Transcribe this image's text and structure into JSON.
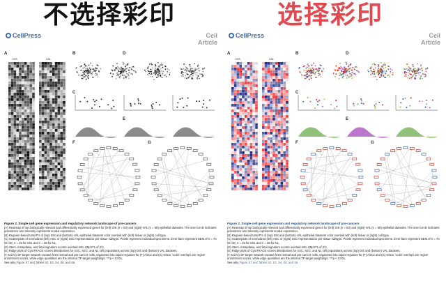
{
  "banners": {
    "left": "不选择彩印",
    "right": "选择彩印"
  },
  "publisher": "CellPress",
  "journal": {
    "line1": "Cell",
    "line2": "Article"
  },
  "panel_letters": [
    "A",
    "B",
    "C",
    "D",
    "E",
    "F",
    "G"
  ],
  "heatmap_labels": {
    "left": "DIS",
    "right": "VAL"
  },
  "caption": {
    "title": "Figure 2. Single-cell gene expression and regulatory network landscape of pre-cancers",
    "lines": [
      "(A) Heatmap of top biologically relevant and differentially expressed genes for (left) DIS (n = 63) and (right) VAL (n = 58) epithelial datasets. The inset circle indicates prevalence and intensity represents scaled expression.",
      "(B) Reguion-based UMAP's of (top) DIS and (bottom) VAL epithelial datasets color overlaid with (left) tissue or (right) cell type.",
      "(C) Scatterplots of normalized (left) ASC or (right) SSC representation per tissue subtype. Points represent individual specimens. Error bars represent SEM of n = 70 for AD, n = 19 for SSL and n = 86 for NL.",
      "(D) Stem, metaplasia, and fetal signature scores overlaid onto UMAP's of (C).",
      "(E) Ridge plots of CytoTRACE scores distributions for ASC, SSC, and NL cell populations across (top) DIS and (bottom) VAL datasets.",
      "(F and G) SF-target network created from normal and pre-cancer cells, organized into super-regulons for (F) ASCs and (G) SSCs. Color overlays are region enrichment scores, while edge quantities are the inferred TF-target weightings. ***p < 0.001."
    ],
    "see_also_prefix": "See also ",
    "see_also_links": "Figure S7 and Tables S2, S3, S4, S5, and S6."
  },
  "colors": {
    "left_banner": "#111111",
    "right_banner": "#e0494f",
    "caption_title": "#1d4e8a",
    "publisher": "#3a6fb4",
    "heat_low": "#1f2b8c",
    "heat_mid": "#ffffff",
    "heat_high": "#d62828",
    "network_red": "#c23a2e",
    "network_blue": "#3a5fb0",
    "ridge_green": "#7bb661",
    "ridge_purple": "#b05ec6"
  }
}
